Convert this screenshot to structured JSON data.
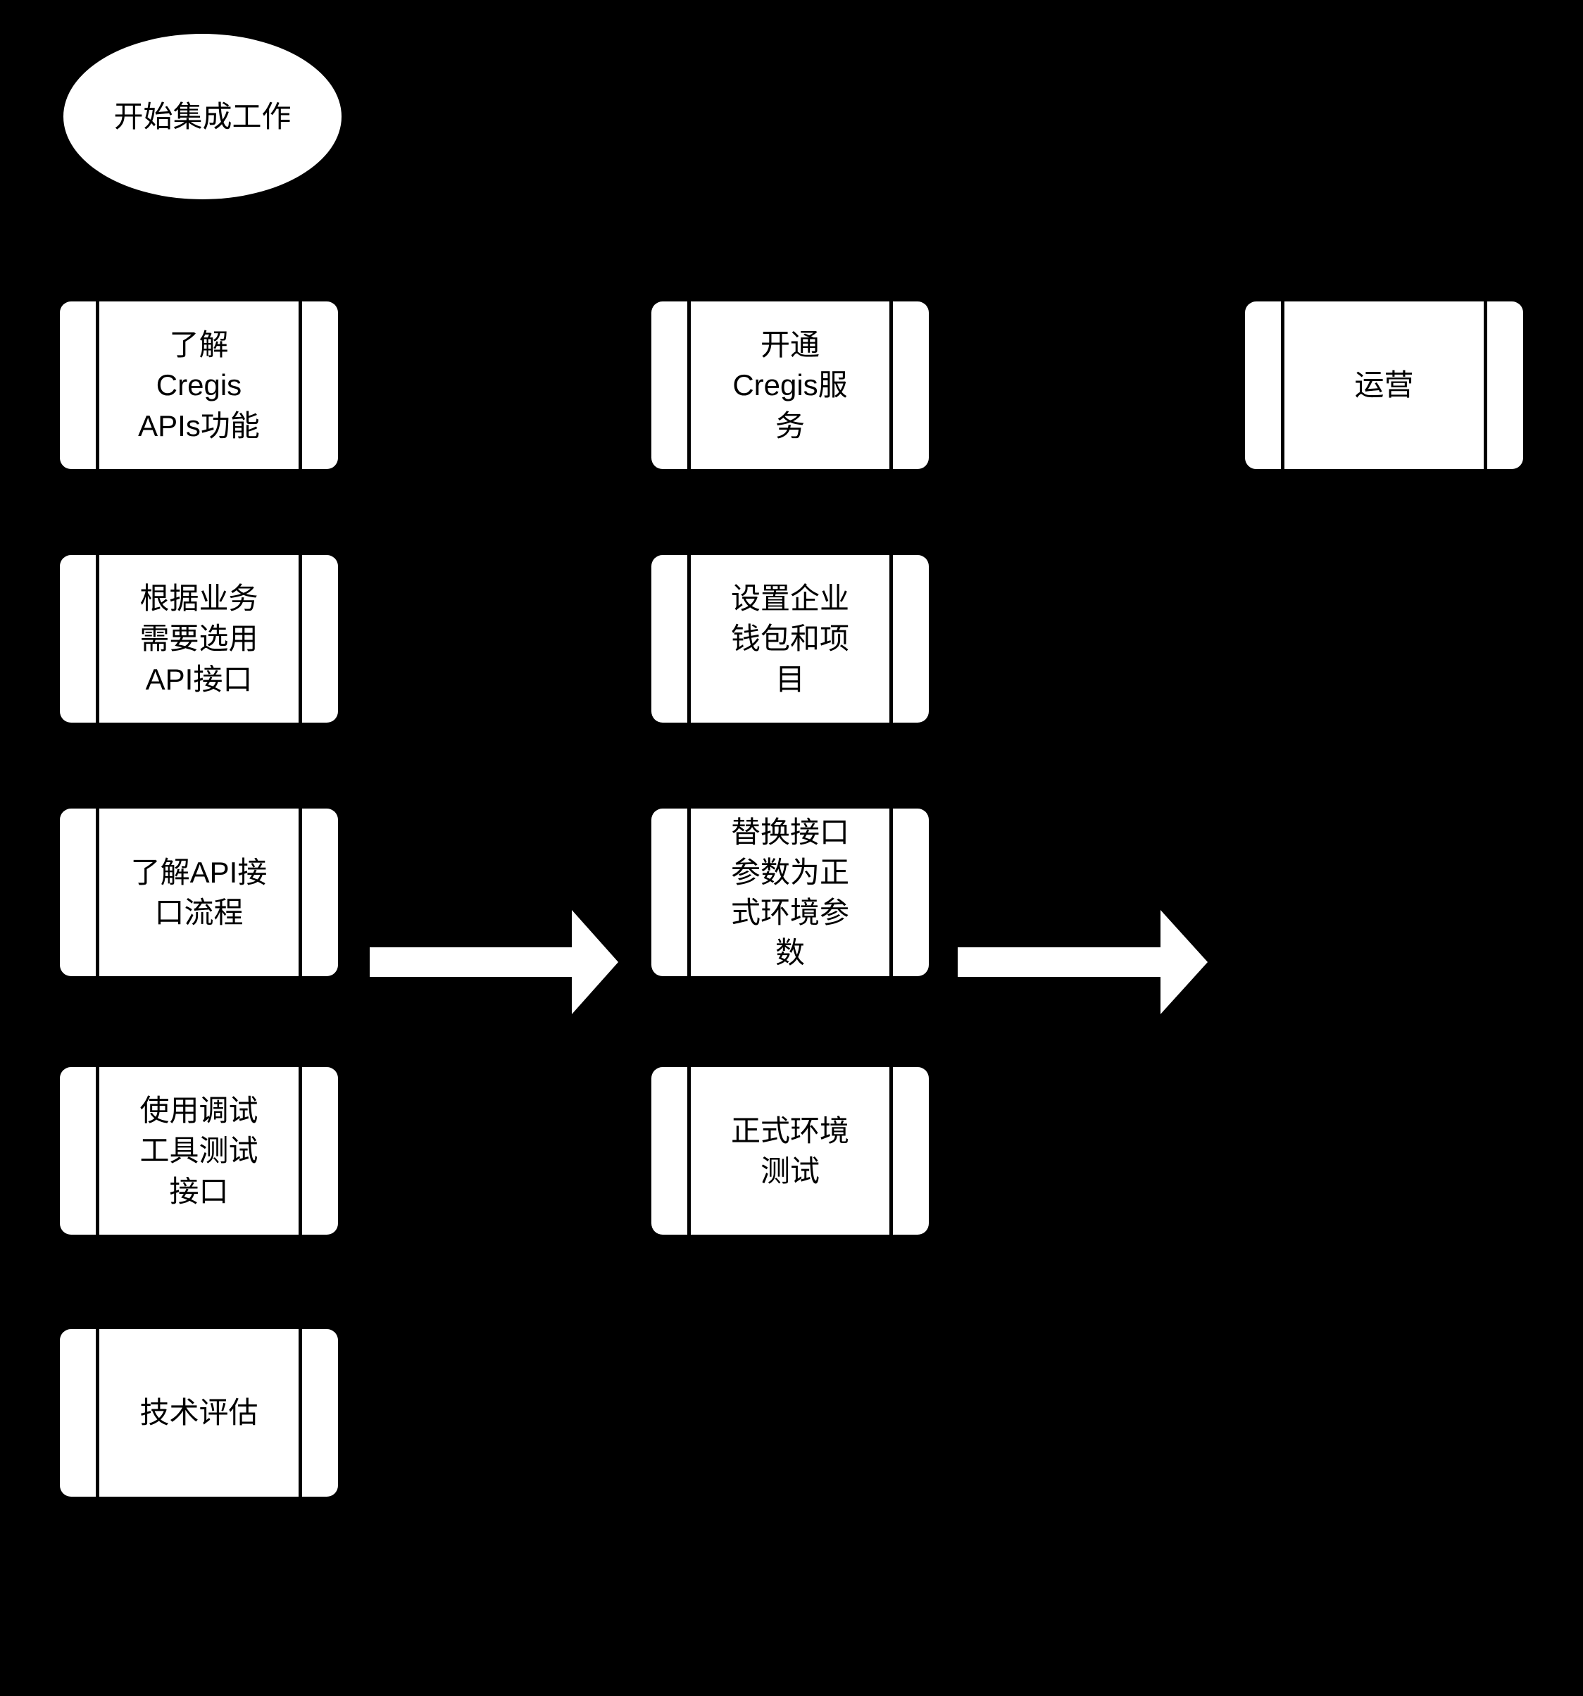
{
  "diagram": {
    "type": "flowchart",
    "colors": {
      "background": "#000000",
      "node_fill": "#ffffff",
      "node_text": "#000000",
      "subroutine_side_lines": "#000000",
      "arrow_fill": "#ffffff"
    },
    "start_node": {
      "shape": "ellipse",
      "label": "开始集成工作"
    },
    "columns": [
      {
        "id": "phase-1",
        "nodes": [
          {
            "shape": "subroutine",
            "label": "了解\nCregis\nAPIs功能"
          },
          {
            "shape": "subroutine",
            "label": "根据业务\n需要选用\nAPI接口"
          },
          {
            "shape": "subroutine",
            "label": "了解API接\n口流程"
          },
          {
            "shape": "subroutine",
            "label": "使用调试\n工具测试\n接口"
          },
          {
            "shape": "subroutine",
            "label": "技术评估"
          }
        ]
      },
      {
        "id": "phase-2",
        "nodes": [
          {
            "shape": "subroutine",
            "label": "开通\nCregis服\n务"
          },
          {
            "shape": "subroutine",
            "label": "设置企业\n钱包和项\n目"
          },
          {
            "shape": "subroutine",
            "label": "替换接口\n参数为正\n式环境参\n数"
          },
          {
            "shape": "subroutine",
            "label": "正式环境\n测试"
          }
        ]
      },
      {
        "id": "phase-3",
        "nodes": [
          {
            "shape": "subroutine",
            "label": "运营"
          }
        ]
      }
    ],
    "arrows": [
      {
        "from": "phase-1",
        "to": "phase-2",
        "direction": "right"
      },
      {
        "from": "phase-2",
        "to": "phase-3",
        "direction": "right"
      }
    ]
  }
}
